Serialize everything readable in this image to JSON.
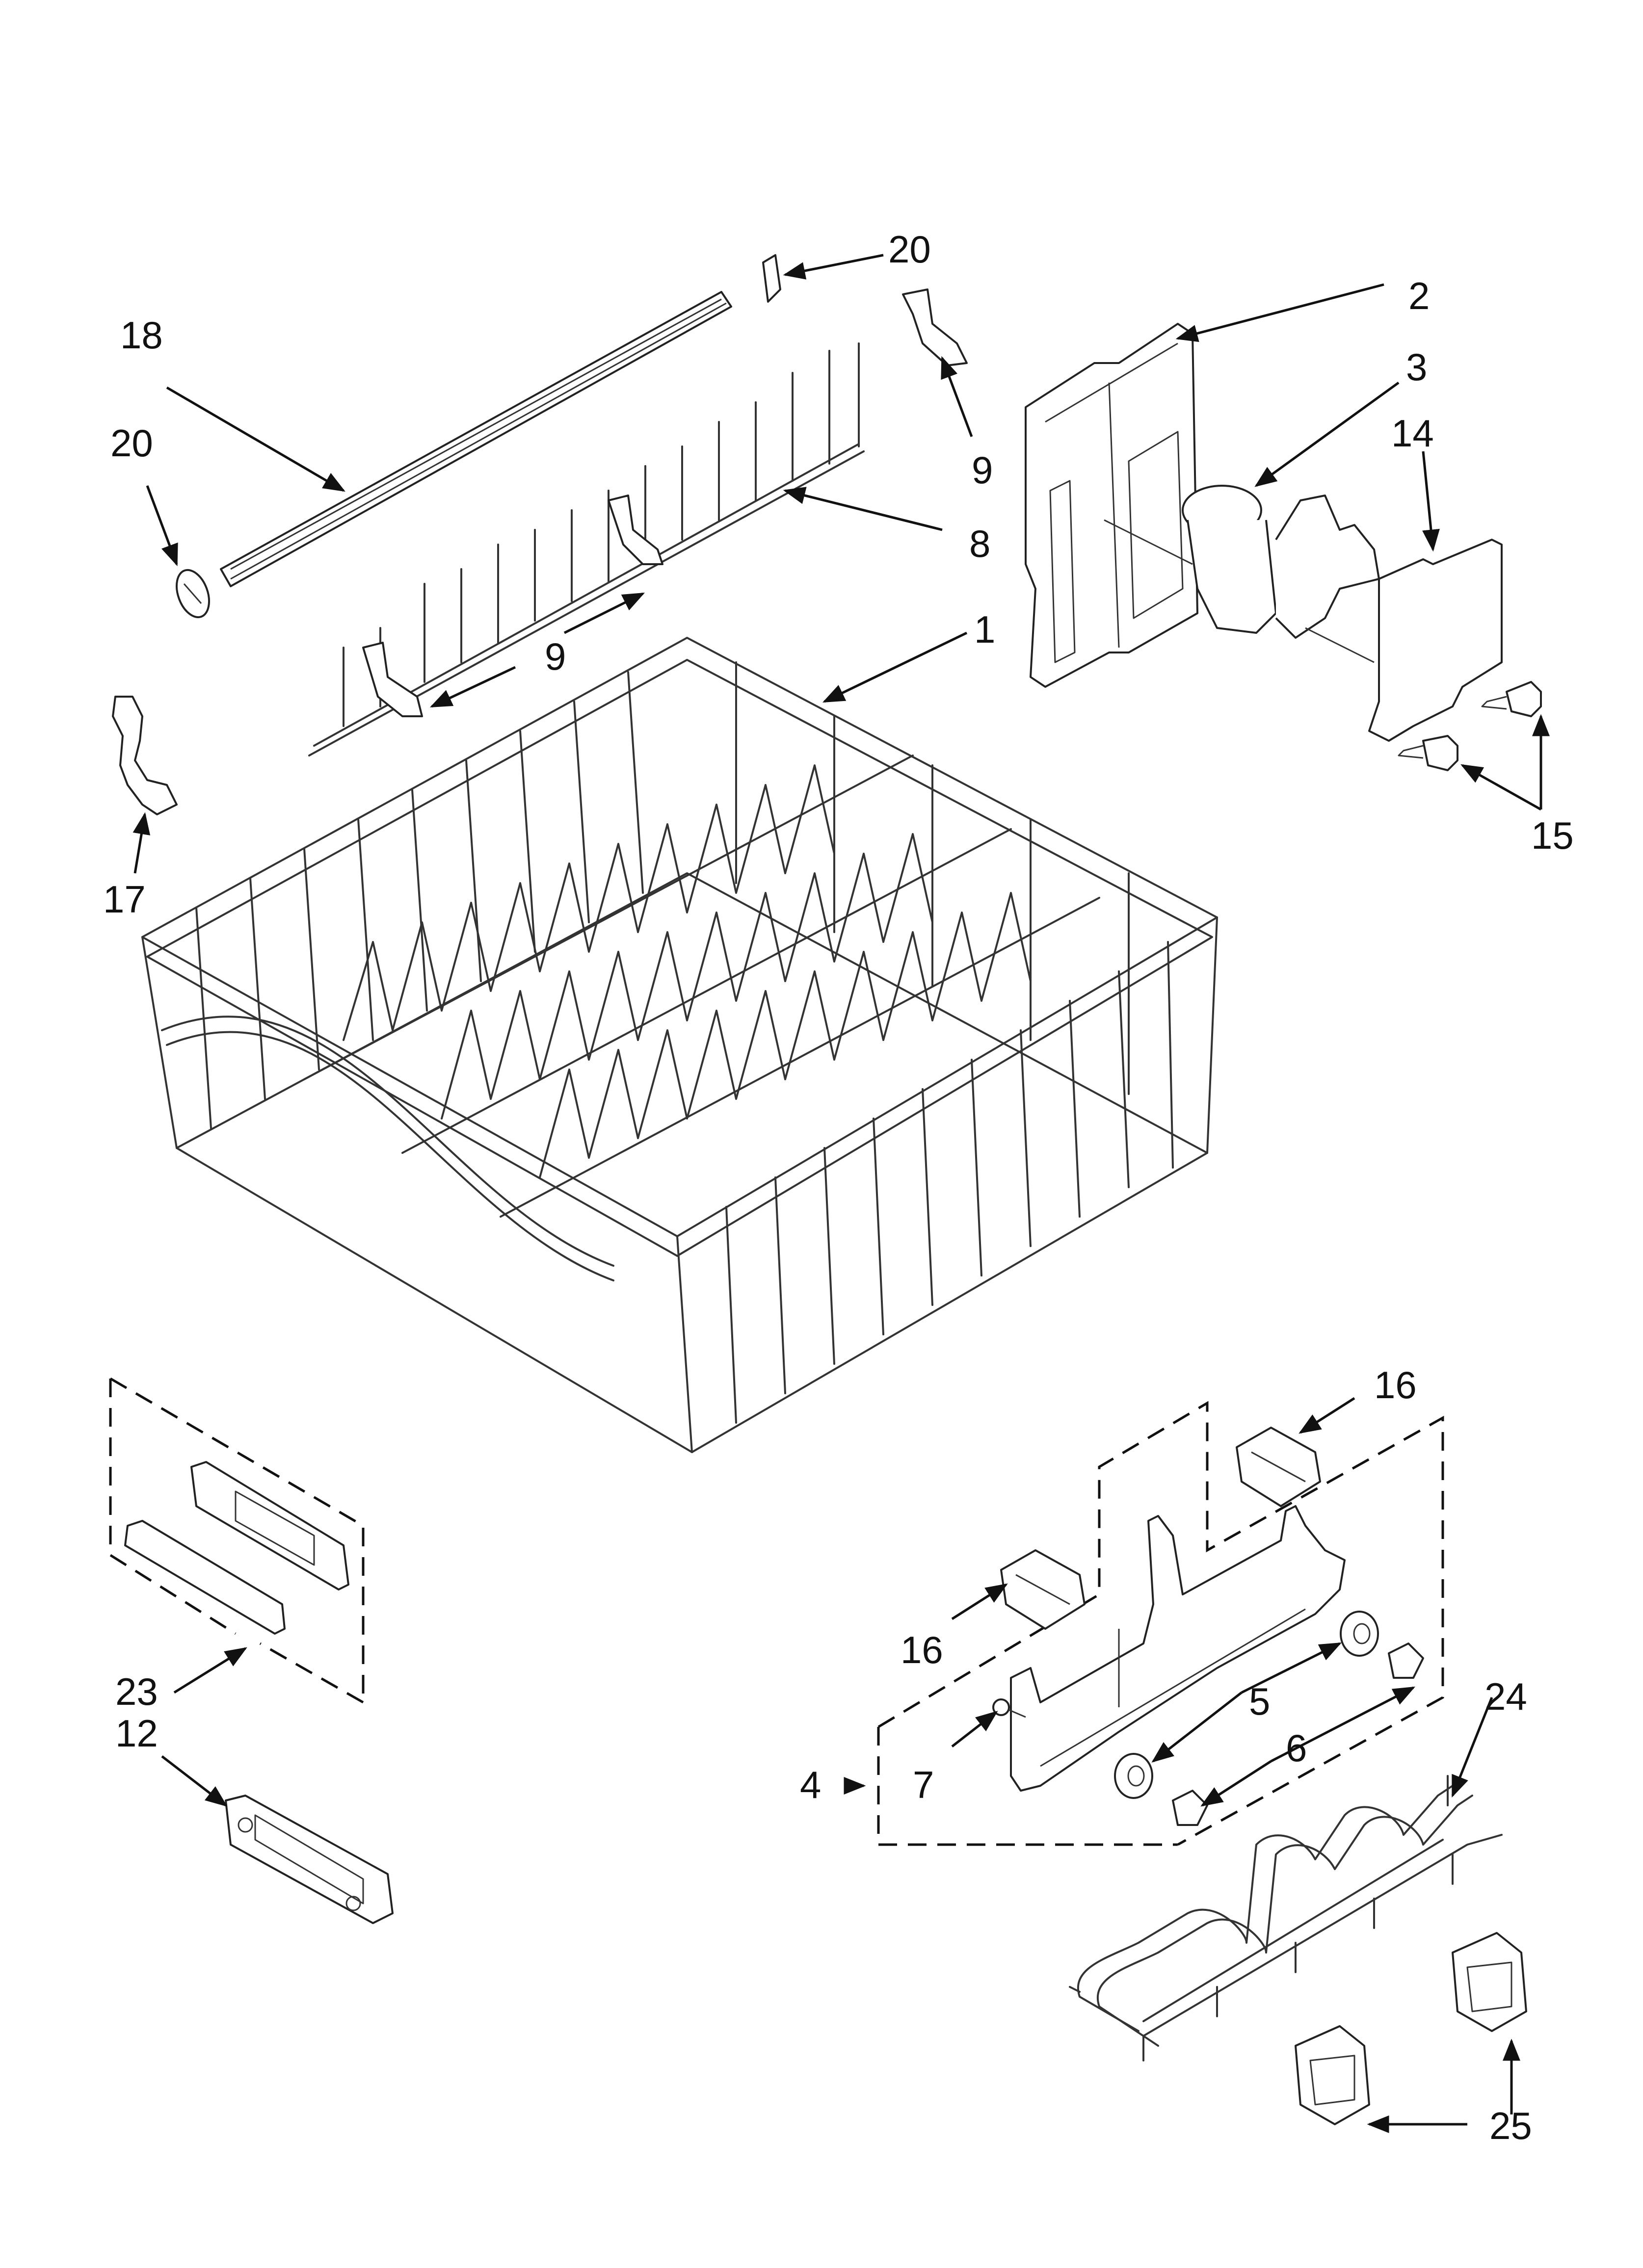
{
  "diagram": {
    "callouts": [
      {
        "id": "c20a",
        "label": "20"
      },
      {
        "id": "c2",
        "label": "2"
      },
      {
        "id": "c18",
        "label": "18"
      },
      {
        "id": "c3",
        "label": "3"
      },
      {
        "id": "c20b",
        "label": "20"
      },
      {
        "id": "c14",
        "label": "14"
      },
      {
        "id": "c9a",
        "label": "9"
      },
      {
        "id": "c8",
        "label": "8"
      },
      {
        "id": "c1",
        "label": "1"
      },
      {
        "id": "c9b",
        "label": "9"
      },
      {
        "id": "c15",
        "label": "15"
      },
      {
        "id": "c17",
        "label": "17"
      },
      {
        "id": "c16a",
        "label": "16"
      },
      {
        "id": "c16b",
        "label": "16"
      },
      {
        "id": "c23",
        "label": "23"
      },
      {
        "id": "c5",
        "label": "5"
      },
      {
        "id": "c24",
        "label": "24"
      },
      {
        "id": "c12",
        "label": "12"
      },
      {
        "id": "c6",
        "label": "6"
      },
      {
        "id": "c4",
        "label": "4"
      },
      {
        "id": "c7",
        "label": "7"
      },
      {
        "id": "c25",
        "label": "25"
      }
    ]
  }
}
